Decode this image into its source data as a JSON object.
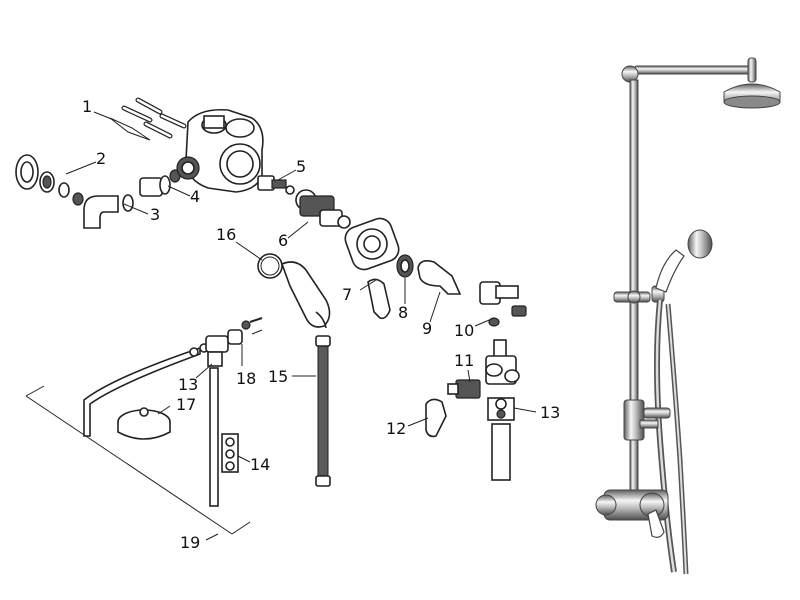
{
  "diagram": {
    "labels": {
      "l1": "1",
      "l2": "2",
      "l3": "3",
      "l4": "4",
      "l5": "5",
      "l6": "6",
      "l7": "7",
      "l8": "8",
      "l9": "9",
      "l10": "10",
      "l11": "11",
      "l12": "12",
      "l13a": "13",
      "l13b": "13",
      "l14": "14",
      "l15": "15",
      "l16": "16",
      "l17": "17",
      "l18": "18",
      "l19": "19"
    }
  },
  "colors": {
    "line": "#222222",
    "chrome_light": "#f4f4f4",
    "chrome_dark": "#6a6a6a"
  }
}
